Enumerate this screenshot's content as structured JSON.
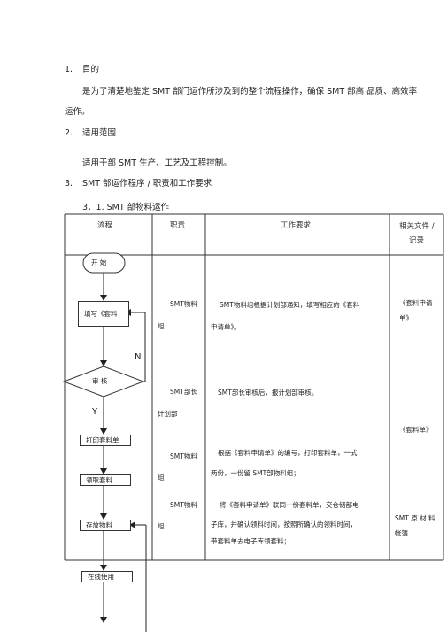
{
  "sections": [
    {
      "num": "1.",
      "title": "目的"
    },
    {
      "num": "2.",
      "title": "适用范围"
    },
    {
      "num": "3.",
      "title": "SMT 部运作程序  / 职责和工作要求"
    }
  ],
  "purpose_line1": "是为了清楚地鉴定  SMT 部门运作所涉及到的整个流程操作，确保  SMT 部高  品质、高效率",
  "purpose_line2": "运作。",
  "scope_text": "适用于部  SMT 生产、工艺及工程控制。",
  "subsection": "3．1. SMT 部物料运作",
  "table": {
    "headers": {
      "flow": "流程",
      "duty": "职责",
      "req": "工作要求",
      "docs_line1": "相关文件 /",
      "docs_line2": "记录"
    },
    "rows": [
      {
        "duty_line1": "SMT物料",
        "duty_line2": "组",
        "req_line1": "SMT物料组根据计划部通知，填写相应的《套料",
        "req_line2": "申请单》。",
        "doc_line1": "《套料申请",
        "doc_line2": "单》"
      },
      {
        "duty_line1": "SMT部长",
        "duty_line2": "计划部",
        "req_line1": "SMT部长审核后，报计划部审核。",
        "req_line2": "",
        "doc_line1": "《套料单》",
        "doc_line2": ""
      },
      {
        "duty_line1": "SMT物料",
        "duty_line2": "组",
        "req_line1": "根据《套料申请单》的编号，打印套料单，一式",
        "req_line2": "两份，一份留    SMT部物料组；",
        "doc_line1": "",
        "doc_line2": ""
      },
      {
        "duty_line1": "SMT物料",
        "duty_line2": "组",
        "req_line1": "将《套料申请单》联同一份套料单，交仓储部电",
        "req_line2": "子库，并确认领料时间，按照所确认的领料时间，",
        "req_line3": "带套料单去电子库领套料；",
        "doc_line1": "SMT 原 材 料",
        "doc_line2": "帐簿"
      }
    ]
  },
  "flow": {
    "start": "开  始",
    "fill": "填写《套料",
    "review": "审  核",
    "no_label": "N",
    "yes_label": "Y",
    "print": "打印套料单",
    "collect": "领取套料",
    "store": "存放物料",
    "use": "在线使用"
  }
}
